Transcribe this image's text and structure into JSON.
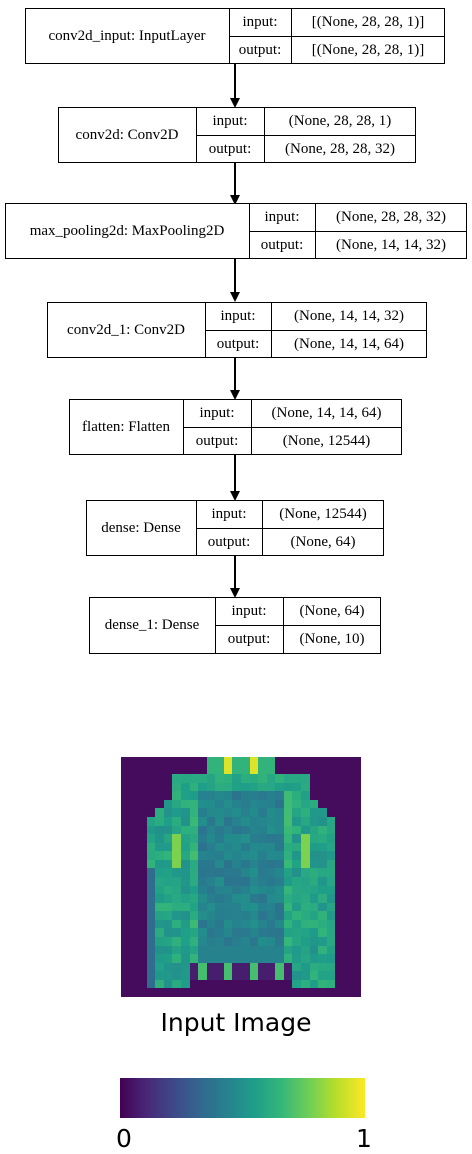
{
  "layers": [
    {
      "name": "conv2d_input: InputLayer",
      "input_label": "input:",
      "output_label": "output:",
      "input": "[(None, 28, 28, 1)]",
      "output": "[(None, 28, 28, 1)]"
    },
    {
      "name": "conv2d: Conv2D",
      "input_label": "input:",
      "output_label": "output:",
      "input": "(None, 28, 28, 1)",
      "output": "(None, 28, 28, 32)"
    },
    {
      "name": "max_pooling2d: MaxPooling2D",
      "input_label": "input:",
      "output_label": "output:",
      "input": "(None, 28, 28, 32)",
      "output": "(None, 14, 14, 32)"
    },
    {
      "name": "conv2d_1: Conv2D",
      "input_label": "input:",
      "output_label": "output:",
      "input": "(None, 14, 14, 32)",
      "output": "(None, 14, 14, 64)"
    },
    {
      "name": "flatten: Flatten",
      "input_label": "input:",
      "output_label": "output:",
      "input": "(None, 14, 14, 64)",
      "output": "(None, 12544)"
    },
    {
      "name": "dense: Dense",
      "input_label": "input:",
      "output_label": "output:",
      "input": "(None, 12544)",
      "output": "(None, 64)"
    },
    {
      "name": "dense_1: Dense",
      "input_label": "input:",
      "output_label": "output:",
      "input": "(None, 64)",
      "output": "(None, 10)"
    }
  ],
  "image_caption": "Input Image",
  "colorbar": {
    "min_label": "0",
    "max_label": "1",
    "colormap": "viridis",
    "colors": [
      "#440154",
      "#482878",
      "#3e4989",
      "#31688e",
      "#26828e",
      "#1f9e89",
      "#35b779",
      "#6ece58",
      "#b5de2b",
      "#fde725"
    ]
  }
}
